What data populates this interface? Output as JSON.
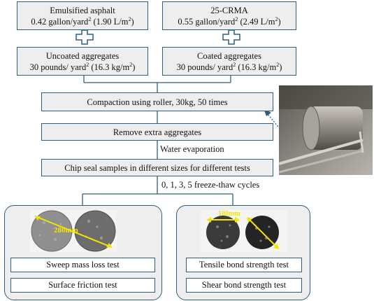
{
  "top_left": {
    "line1": "Emulsified asphalt",
    "line2_pre": "0.42 gallon/yard",
    "line2_mid": " (1.90 L/m",
    "line2_post": ")"
  },
  "top_right": {
    "line1": "25-CRMA",
    "line2_pre": "0.55 gallon/yard",
    "line2_mid": " (2.49 L/m",
    "line2_post": ")"
  },
  "uncoated": {
    "line1": "Uncoated aggregates",
    "line2_pre": "30 pounds/ yard",
    "line2_mid": " (16.3 kg/m",
    "line2_post": ")"
  },
  "coated": {
    "line1": "Coated aggregates",
    "line2_pre": "30 pounds/ yard",
    "line2_mid": " (16.3 kg/m",
    "line2_post": ")"
  },
  "sup2": "2",
  "compaction": "Compaction using roller, 30kg, 50 times",
  "remove": "Remove extra aggregates",
  "water": "Water evaporation",
  "samples": "Chip seal samples in different sizes for different tests",
  "cycles": "0, 1, 3, 5 freeze-thaw cycles",
  "left_panel": {
    "dimension": "280mm",
    "test1": "Sweep mass loss test",
    "test2": "Surface friction test"
  },
  "right_panel": {
    "dimension": "100mm",
    "test1": "Tensile bond strength test",
    "test2": "Shear bond strength test"
  },
  "colors": {
    "border": "#2f5f7f",
    "box_fill": "#eeeeee",
    "dimension_arrow": "#f2e600"
  }
}
